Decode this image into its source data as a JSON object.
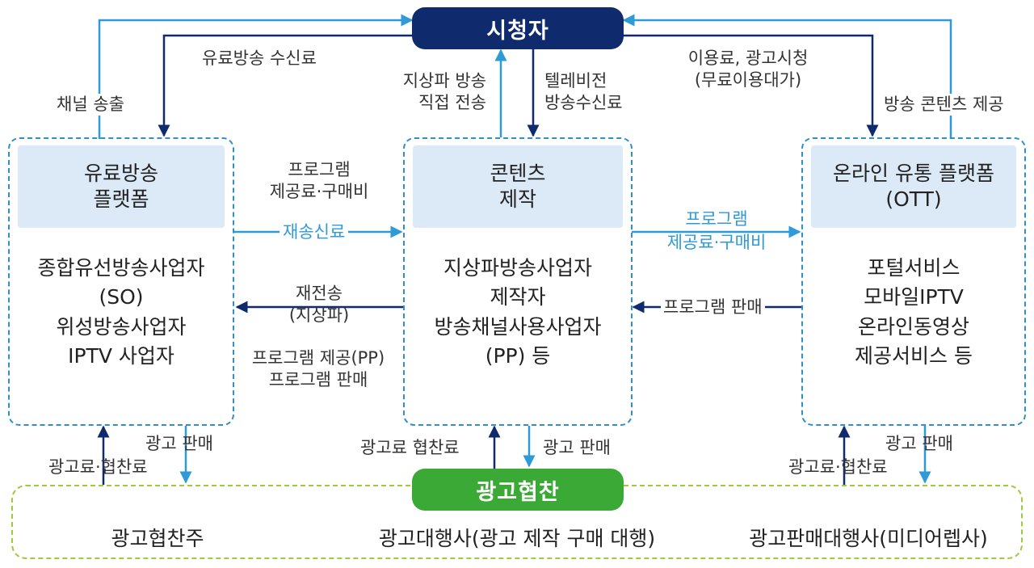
{
  "viewer": {
    "label": "시청자"
  },
  "ad_sponsorship": {
    "label": "광고협찬"
  },
  "paid_platform": {
    "head": [
      "유료방송",
      "플랫폼"
    ],
    "body": [
      "종합유선방송사업자",
      "(SO)",
      "위성방송사업자",
      "IPTV 사업자"
    ]
  },
  "content_production": {
    "head": [
      "콘텐츠",
      "제작"
    ],
    "body": [
      "지상파방송사업자",
      "제작자",
      "방송채널사용사업자",
      "(PP) 등"
    ]
  },
  "ott_platform": {
    "head": [
      "온라인 유통 플랫폼",
      "(OTT)"
    ],
    "body": [
      "포털서비스",
      "모바일IPTV",
      "온라인동영상",
      "제공서비스 등"
    ]
  },
  "advertisers": {
    "items": [
      "광고협찬주",
      "광고대행사(광고 제작 구매 대행)",
      "광고판매대행사(미디어렙사)"
    ]
  },
  "labels": {
    "paid_fee": "유료방송 수신료",
    "channel_transmission": "채널 송출",
    "terrestrial_direct": [
      "지상파 방송",
      "직접 전송"
    ],
    "tv_fee": [
      "텔레비전",
      "방송수신료"
    ],
    "usage_fee": [
      "이용료, 광고시청",
      "(무료이용대가)"
    ],
    "content_provision": "방송 콘텐츠 제공",
    "program_fee_left": [
      "프로그램",
      "제공료·구매비"
    ],
    "retrans_fee": "재송신료",
    "retransmission": [
      "재전송",
      "(지상파)"
    ],
    "program_supply_sale": [
      "프로그램 제공(PP)",
      "프로그램 판매"
    ],
    "program_fee_right": [
      "프로그램",
      "제공료·구매비"
    ],
    "program_sale": "프로그램 판매",
    "ad_sale_left": "광고 판매",
    "ad_fee_left": "광고료·협찬료",
    "ad_fee_center": "광고료 협찬료",
    "ad_sale_center": "광고 판매",
    "ad_sale_right": "광고 판매",
    "ad_fee_right": "광고료·협찬료"
  },
  "colors": {
    "dark_navy": "#0f2b6e",
    "light_blue": "#2f9ad8",
    "green": "#3aa935",
    "box_head": "#dce9f6"
  }
}
